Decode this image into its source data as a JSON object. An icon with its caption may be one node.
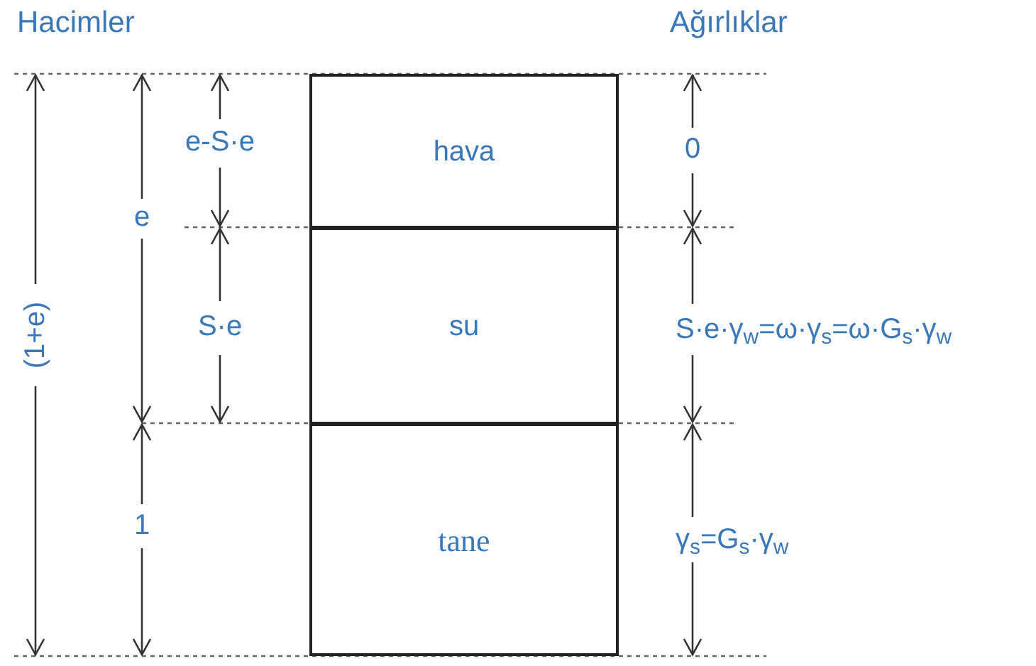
{
  "diagram": {
    "nodes": [
      {
        "text": [
          "hava"
        ]
      },
      {
        "text": [
          "su"
        ]
      },
      {
        "text": [
          "tane"
        ]
      }
    ],
    "labels": [
      "Hacimler",
      "Ağırlıklar",
      "e-S·e",
      "e",
      "S·e",
      "1",
      "(1+e)",
      "0",
      "S·e·γ$_{w}$=ω·γ$_{s}$=ω·G$_{s}$·γ$_{w}$",
      "γ$_{s}$=G$_{s}$·γ$_{w}$"
    ]
  }
}
